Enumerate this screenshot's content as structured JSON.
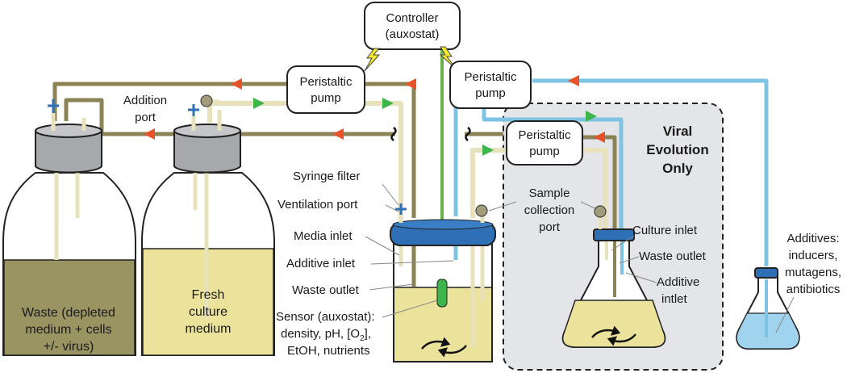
{
  "controller": {
    "line1": "Controller",
    "line2": "(auxostat)"
  },
  "pumps": {
    "left": {
      "line1": "Peristaltic",
      "line2": "pump"
    },
    "right": {
      "line1": "Peristaltic",
      "line2": "pump"
    },
    "viral": {
      "line1": "Peristaltic",
      "line2": "pump"
    }
  },
  "addition_port": {
    "line1": "Addition",
    "line2": "port"
  },
  "waste_bottle": {
    "line1": "Waste (depleted",
    "line2": "medium + cells",
    "line3": "+/- virus)"
  },
  "fresh_bottle": {
    "line1": "Fresh",
    "line2": "culture",
    "line3": "medium"
  },
  "labels": {
    "syringe_filter": "Syringe filter",
    "ventilation_port": "Ventilation port",
    "media_inlet": "Media inlet",
    "additive_inlet": "Additive inlet",
    "waste_outlet": "Waste outlet",
    "sensor_line1": "Sensor (auxostat):",
    "sensor_line2": "density, pH, [O",
    "sensor_sub": "2",
    "sensor_line2b": "],",
    "sensor_line3": "EtOH, nutrients"
  },
  "sample_port": {
    "line1": "Sample",
    "line2": "collection",
    "line3": "port"
  },
  "viral_box": {
    "line1": "Viral",
    "line2": "Evolution",
    "line3": "Only"
  },
  "flask_labels": {
    "culture_inlet": "Culture inlet",
    "waste_outlet": "Waste outlet",
    "additive_line1": "Additive",
    "additive_line2": "intlet"
  },
  "additives": {
    "line1": "Additives:",
    "line2": "inducers,",
    "line3": "mutagens,",
    "line4": "antibiotics"
  },
  "colors": {
    "waste_tube": "#8b8356",
    "media_tube": "#e8e2bc",
    "additive_tube": "#7ec4e2",
    "sensor_green": "#6ab04c",
    "arrow_red": "#e8522a",
    "arrow_green": "#3db54a",
    "cap_blue": "#2f6fb5",
    "fresh_medium": "#ebe39b",
    "waste_medium": "#9a9463",
    "additive_liquid": "#9fd3ee"
  }
}
